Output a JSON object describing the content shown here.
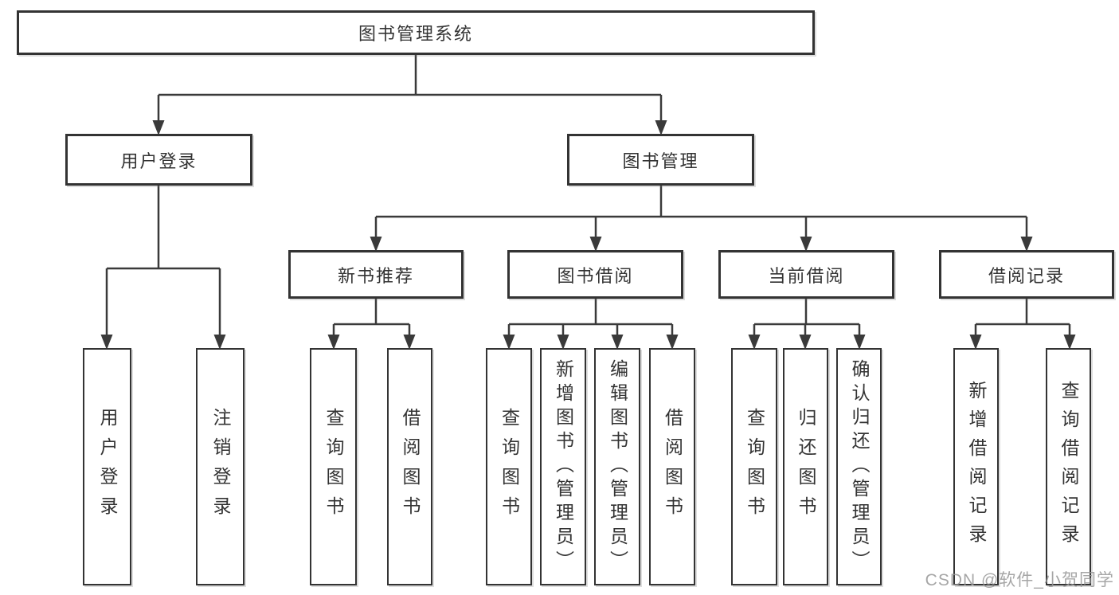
{
  "diagram": {
    "root": {
      "label": "图书管理系统",
      "children": [
        {
          "label": "用户登录",
          "children": [
            {
              "label": "用户登录"
            },
            {
              "label": "注销登录"
            }
          ]
        },
        {
          "label": "图书管理",
          "children": [
            {
              "label": "新书推荐",
              "children": [
                {
                  "label": "查询图书"
                },
                {
                  "label": "借阅图书"
                }
              ]
            },
            {
              "label": "图书借阅",
              "children": [
                {
                  "label": "查询图书"
                },
                {
                  "label": "新增图书（管理员）"
                },
                {
                  "label": "编辑图书（管理员）"
                },
                {
                  "label": "借阅图书"
                }
              ]
            },
            {
              "label": "当前借阅",
              "children": [
                {
                  "label": "查询图书"
                },
                {
                  "label": "归还图书"
                },
                {
                  "label": "确认归还（管理员）"
                }
              ]
            },
            {
              "label": "借阅记录",
              "children": [
                {
                  "label": "新增借阅记录"
                },
                {
                  "label": "查询借阅记录"
                }
              ]
            }
          ]
        }
      ]
    }
  },
  "line_color": "#3a3a3a",
  "watermark": "CSDN @软件_小贺同学"
}
